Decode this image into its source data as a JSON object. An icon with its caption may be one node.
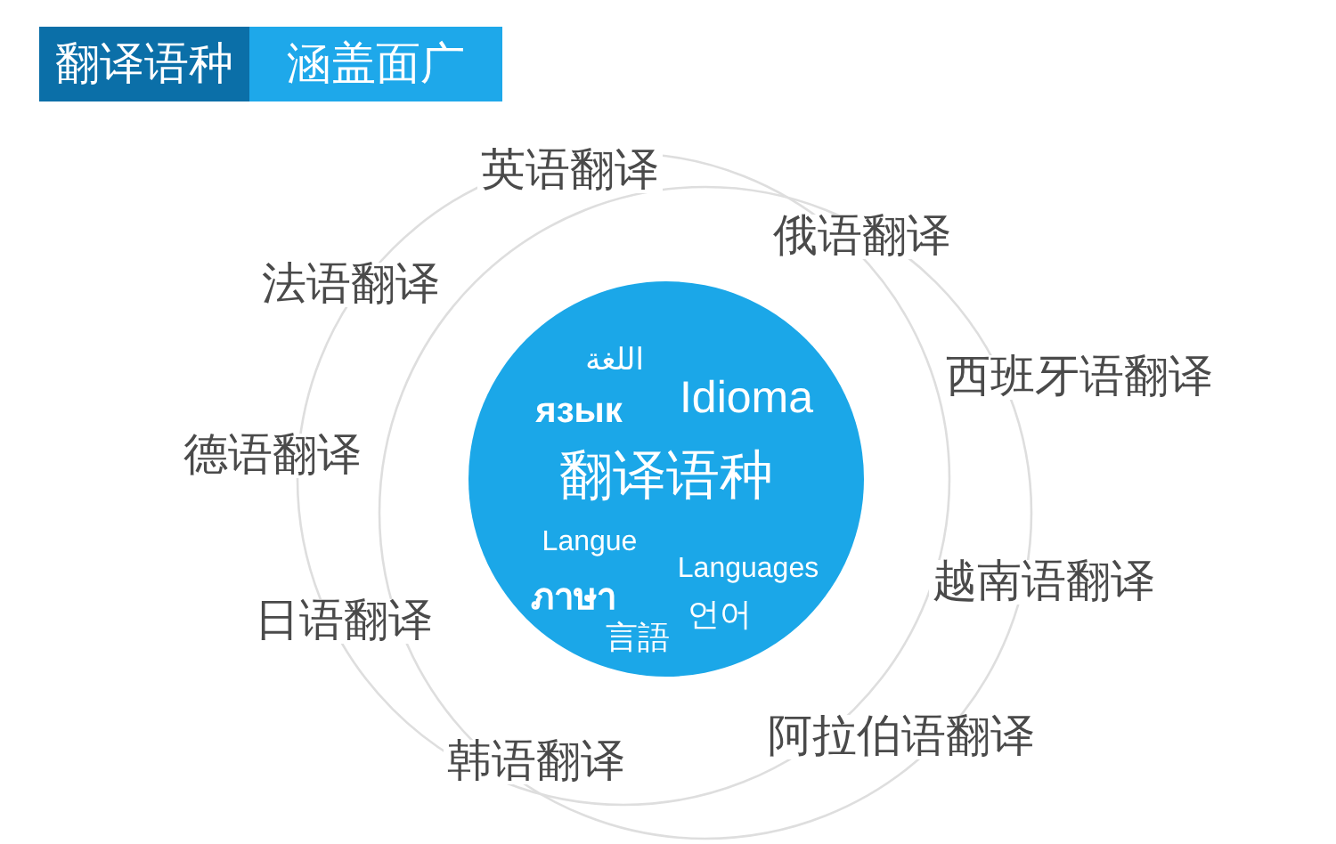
{
  "diagram": {
    "nodes": [
      {
        "text": [
          "翻译语种"
        ]
      },
      {
        "text": [
          "涵盖面广"
        ]
      },
      {
        "text": [
          "اللغة",
          "язык",
          "Idioma",
          "翻译语种",
          "Langue",
          "Languages",
          "ภาษา",
          "언어",
          "言語"
        ]
      }
    ],
    "labels": [
      "英语翻译",
      "俄语翻译",
      "法语翻译",
      "西班牙语翻译",
      "德语翻译",
      "越南语翻译",
      "日语翻译",
      "阿拉伯语翻译",
      "韩语翻译"
    ]
  }
}
